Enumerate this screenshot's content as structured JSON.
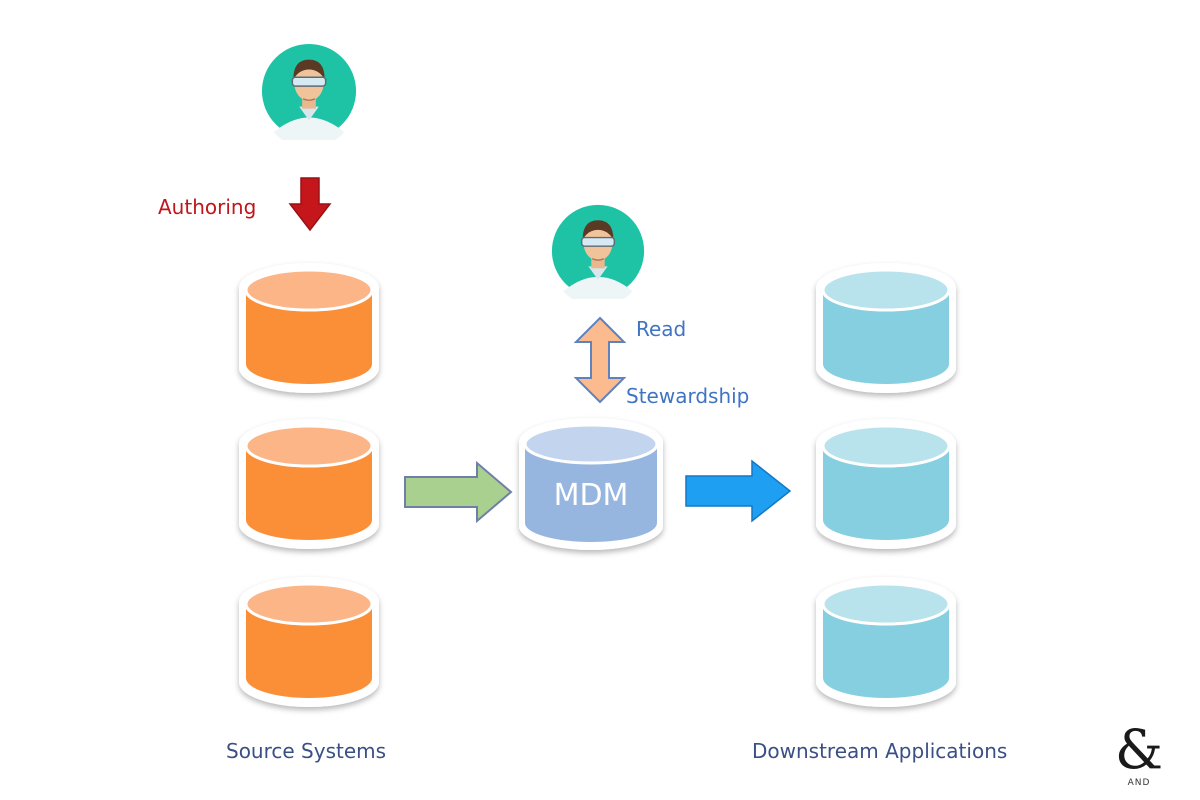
{
  "labels": {
    "authoring": "Authoring",
    "read": "Read",
    "stewardship": "Stewardship",
    "mdm": "MDM",
    "source_systems": "Source Systems",
    "downstream_applications": "Downstream Applications"
  },
  "logo": {
    "mark": "&",
    "text": "AND"
  },
  "colors": {
    "source_cylinder": "#fb8f37",
    "source_cylinder_top": "#fcb587",
    "downstream_cylinder": "#86cfe0",
    "downstream_cylinder_top": "#b8e3ec",
    "mdm_cylinder": "#96b6df",
    "mdm_cylinder_top": "#c3d5ee",
    "authoring_arrow": "#c5171b",
    "authoring_text": "#c0151b",
    "read_arrow": "#fbbb8f",
    "blue_text": "#3f74c3",
    "green_arrow": "#a9d08e",
    "blue_arrow": "#1e9ff2",
    "avatar_bg": "#1ec3a6"
  },
  "icons": [
    "user-avatar-icon",
    "down-arrow-icon",
    "double-arrow-icon",
    "right-arrow-icon",
    "database-icon"
  ]
}
